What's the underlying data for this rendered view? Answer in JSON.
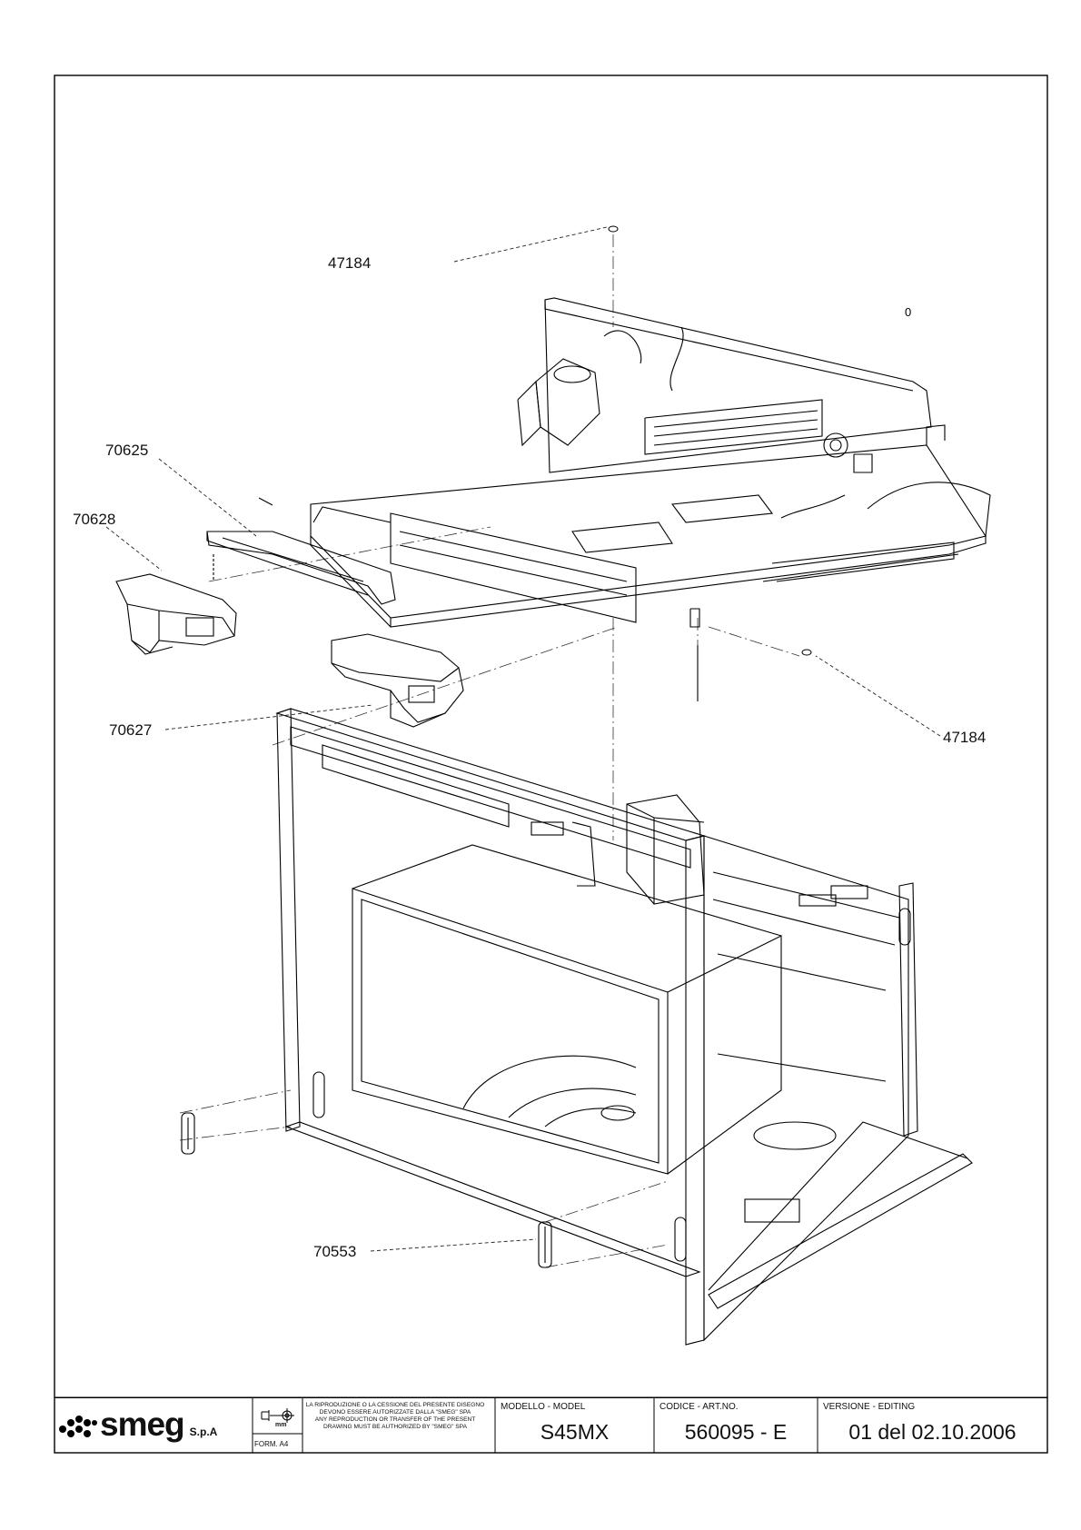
{
  "callouts": [
    {
      "id": "c1",
      "text": "47184"
    },
    {
      "id": "c2",
      "text": "70625"
    },
    {
      "id": "c3",
      "text": "70628"
    },
    {
      "id": "c4",
      "text": "70627"
    },
    {
      "id": "c5",
      "text": "47184"
    },
    {
      "id": "c6",
      "text": "70553"
    }
  ],
  "title_block": {
    "brand": "smeg",
    "brand_suffix": "S.p.A",
    "projection_unit": "mm",
    "form": "FORM. A4",
    "legal_it": "LA RIPRODUZIONE O LA CESSIONE DEL PRESENTE DISEGNO DEVONO ESSERE AUTORIZZATE DALLA \"SMEG\" SPA",
    "legal_en": "ANY REPRODUCTION OR TRANSFER OF THE PRESENT DRAWING MUST BE AUTHORIZED BY \"SMEG\" SPA",
    "model_label": "MODELLO - MODEL",
    "model_value": "S45MX",
    "code_label": "CODICE - ART.NO.",
    "code_value": "560095 - E",
    "version_label": "VERSIONE - EDITING",
    "version_value": "01 del 02.10.2006"
  }
}
